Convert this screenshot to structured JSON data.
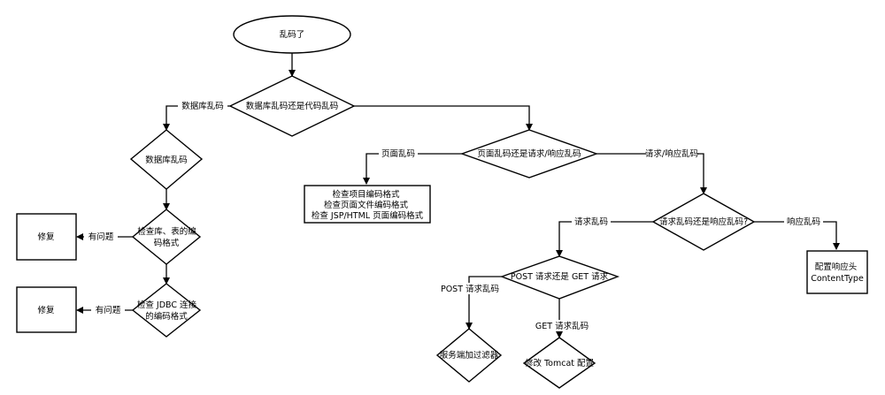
{
  "nodes": {
    "start": {
      "lines": [
        "乱码了"
      ]
    },
    "db_or_code": {
      "lines": [
        "数据库乱码还是代码乱码"
      ]
    },
    "db_garbled": {
      "lines": [
        "数据库乱码"
      ]
    },
    "check_db_table": {
      "lines": [
        "检查库、表的编",
        "码格式"
      ]
    },
    "fix_1": {
      "lines": [
        "修复"
      ]
    },
    "check_jdbc": {
      "lines": [
        "检查 JDBC 连接",
        "的编码格式"
      ]
    },
    "fix_2": {
      "lines": [
        "修复"
      ]
    },
    "page_or_req": {
      "lines": [
        "页面乱码还是请求/响应乱码"
      ]
    },
    "check_page": {
      "lines": [
        "检查项目编码格式",
        "检查页面文件编码格式",
        "检查 JSP/HTML 页面编码格式"
      ]
    },
    "req_or_resp": {
      "lines": [
        "请求乱码还是响应乱码?"
      ]
    },
    "post_or_get": {
      "lines": [
        "POST 请求还是 GET 请求"
      ]
    },
    "server_filter": {
      "lines": [
        "服务端加过滤器"
      ]
    },
    "tomcat_config": {
      "lines": [
        "修改 Tomcat 配置"
      ]
    },
    "resp_header": {
      "lines": [
        "配置响应头",
        "ContentType"
      ]
    }
  },
  "edges": {
    "db_garbled_label": "数据库乱码",
    "has_problem_1": "有问题",
    "has_problem_2": "有问题",
    "page_garbled_label": "页面乱码",
    "req_resp_label": "请求/响应乱码",
    "req_garbled_label": "请求乱码",
    "resp_garbled_label": "响应乱码",
    "post_label": "POST 请求乱码",
    "get_label": "GET 请求乱码"
  },
  "colors": {
    "line": "#000000",
    "fill": "#ffffff",
    "text": "#000000"
  }
}
